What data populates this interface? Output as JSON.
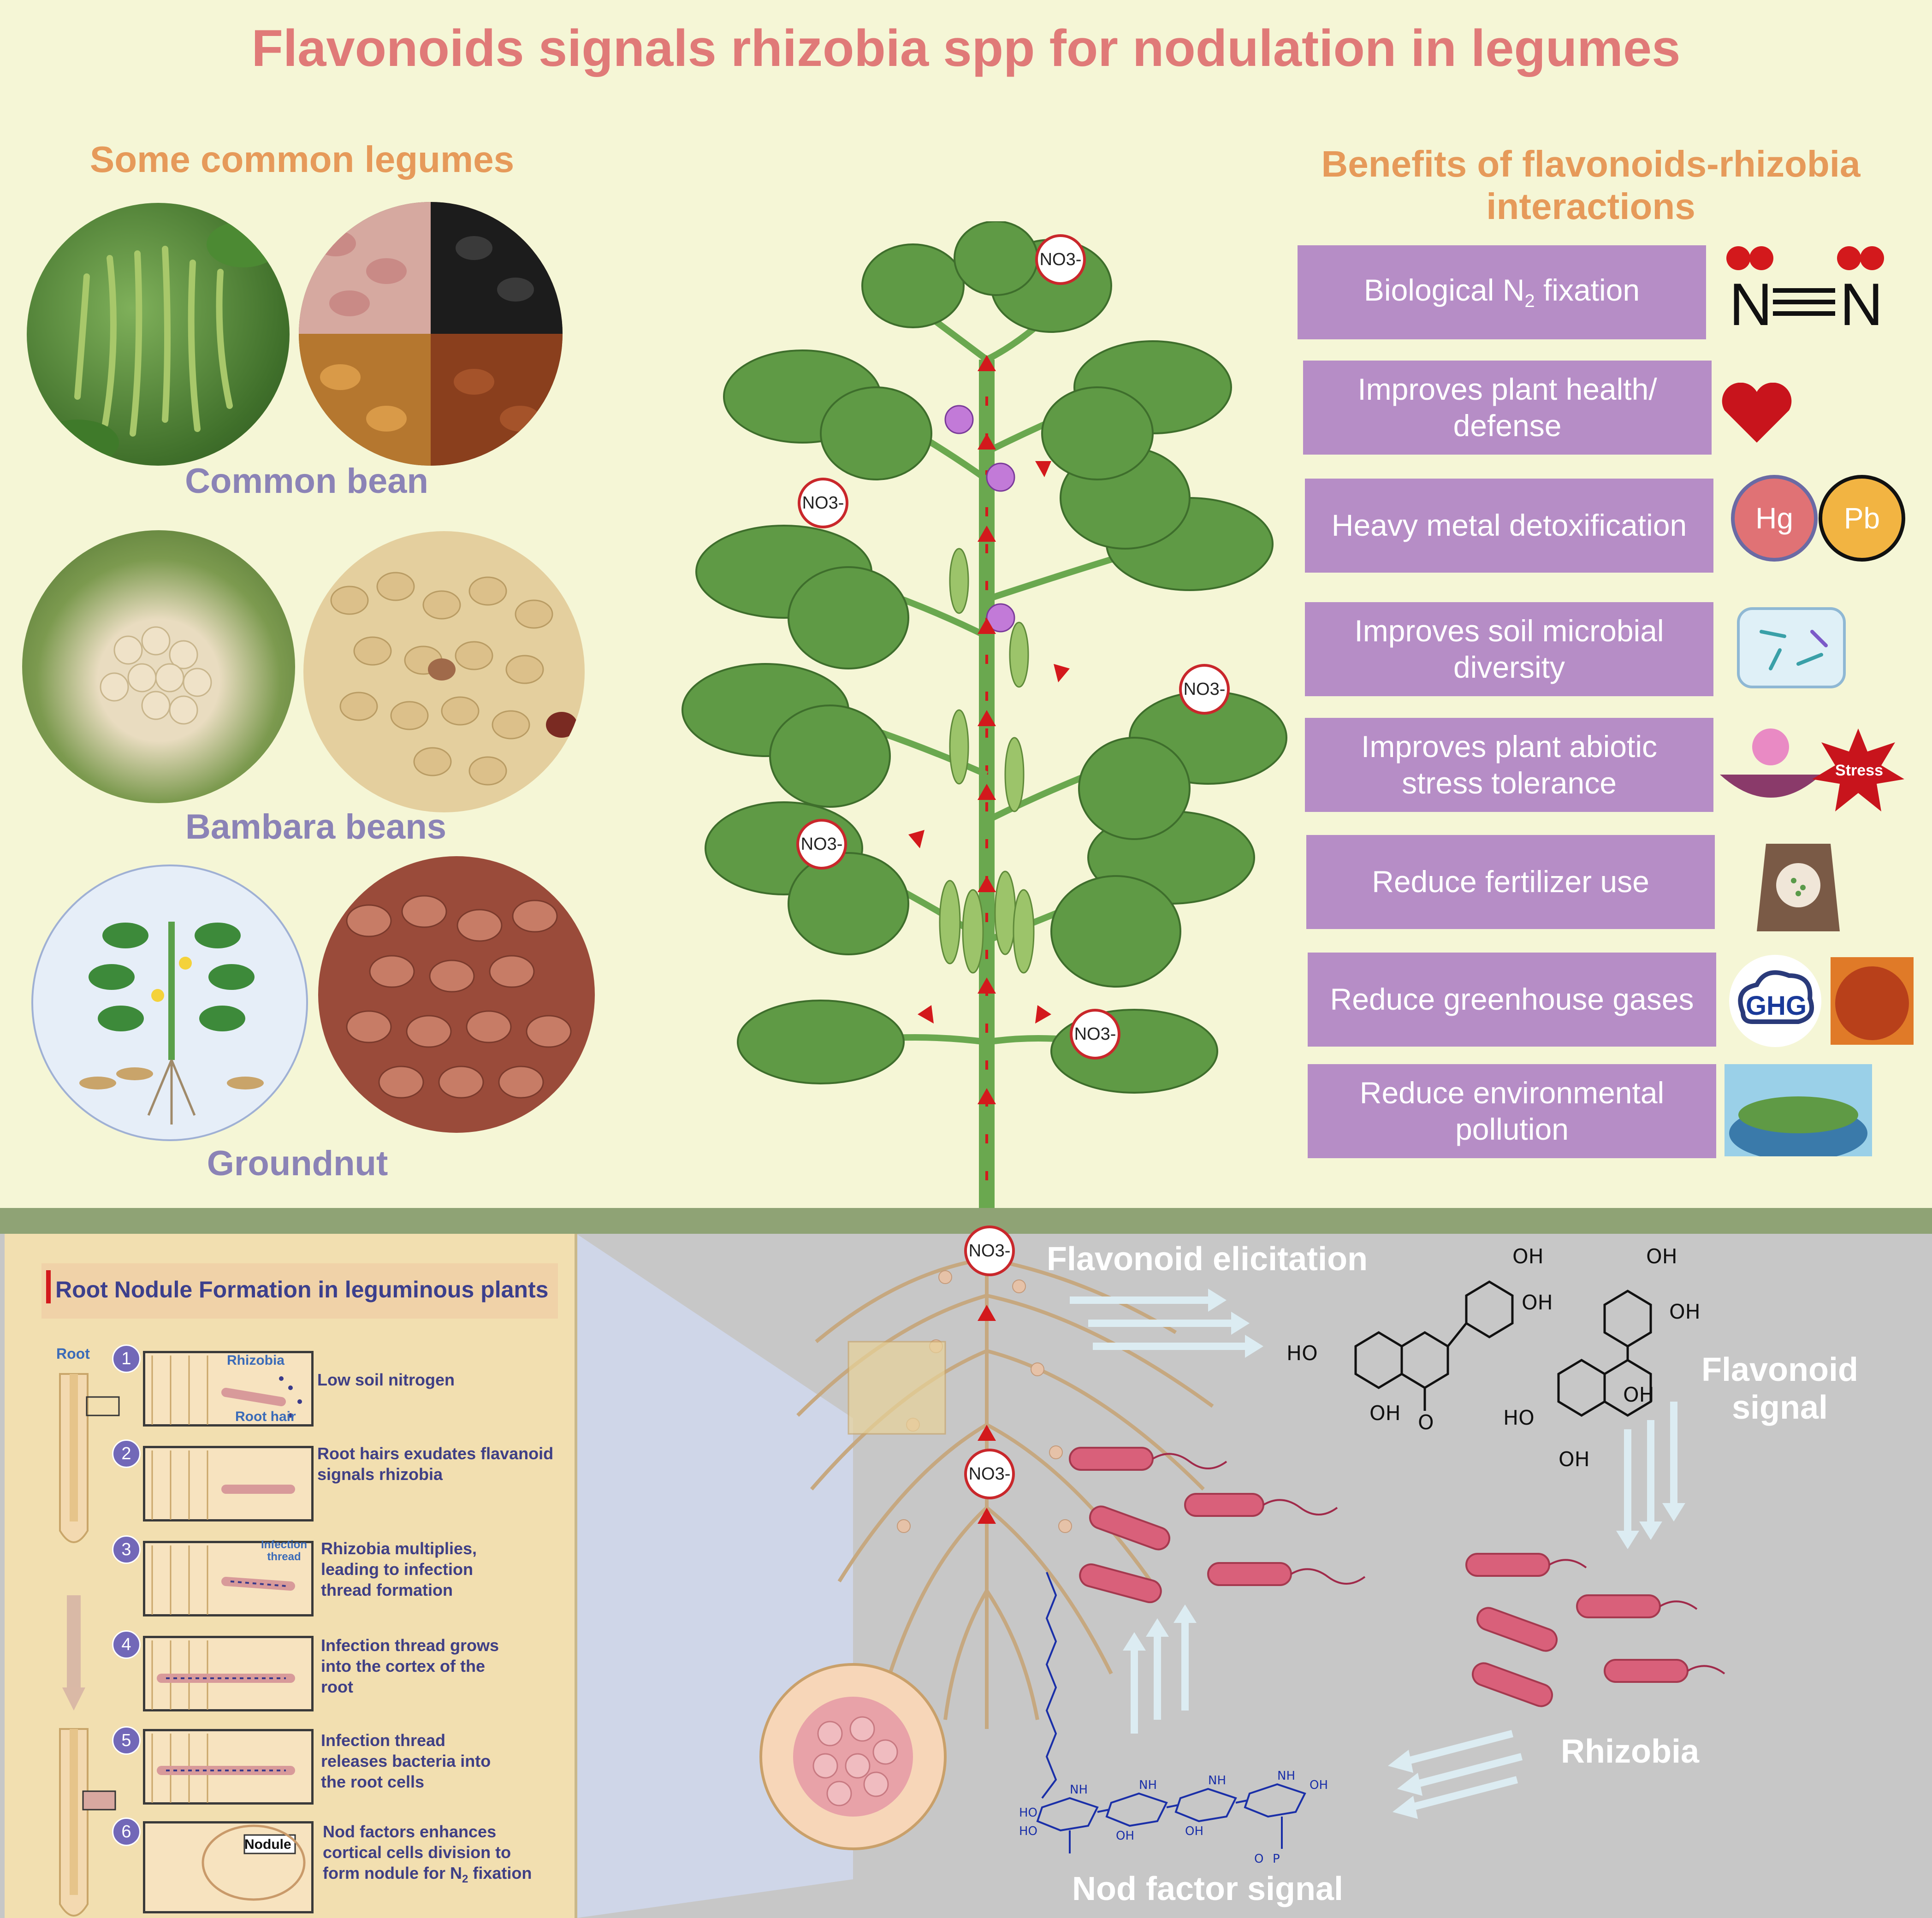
{
  "title": "Flavonoids signals rhizobia spp for nodulation in legumes",
  "legumes": {
    "heading": "Some common legumes",
    "items": [
      {
        "label": "Common bean"
      },
      {
        "label": "Bambara beans"
      },
      {
        "label": "Groundnut"
      }
    ]
  },
  "benefits": {
    "heading_line1": "Benefits of flavonoids-rhizobia",
    "heading_line2": "interactions",
    "items": [
      {
        "text_pre": "Biological N",
        "text_sub": "2",
        "text_post": " fixation"
      },
      {
        "line1": "Improves plant health/",
        "line2": "defense"
      },
      {
        "line1": "Heavy metal detoxification"
      },
      {
        "line1": "Improves soil microbial",
        "line2": "diversity"
      },
      {
        "line1": "Improves plant abiotic",
        "line2": "stress tolerance"
      },
      {
        "line1": "Reduce fertilizer use"
      },
      {
        "line1": "Reduce greenhouse gases"
      },
      {
        "line1": "Reduce environmental",
        "line2": "pollution"
      }
    ],
    "icons": {
      "n2": "N",
      "hg": "Hg",
      "pb": "Pb",
      "stress": "Stress",
      "ghg": "GHG"
    }
  },
  "no3_label": "NO3-",
  "soil": {
    "flavonoid_elicitation": "Flavonoid elicitation",
    "flavonoid_signal_line1": "Flavonoid",
    "flavonoid_signal_line2": "signal",
    "rhizobia": "Rhizobia",
    "nod_factor_signal": "Nod factor signal"
  },
  "flavonoid_structure_labels": {
    "oh": "OH",
    "ho": "HO",
    "o": "O"
  },
  "nod_structure_labels": {
    "oh": "OH",
    "ho": "HO",
    "nh": "NH",
    "o": "O",
    "p": "P"
  },
  "nodule_panel": {
    "heading": "Root Nodule Formation in leguminous plants",
    "root_label": "Root",
    "rhizobia_label": "Rhizobia",
    "root_hair_label": "Root hair",
    "infection_thread_label_1": "Infection",
    "infection_thread_label_2": "thread",
    "nodule_label": "Nodule",
    "steps": [
      {
        "num": "1",
        "line1": "Low soil nitrogen"
      },
      {
        "num": "2",
        "line1": "Root hairs exudates flavanoid",
        "line2": "signals rhizobia"
      },
      {
        "num": "3",
        "line1": "Rhizobia multiplies,",
        "line2": "leading to infection",
        "line3": "thread formation"
      },
      {
        "num": "4",
        "line1": "Infection thread grows",
        "line2": "into the cortex of the",
        "line3": "root"
      },
      {
        "num": "5",
        "line1": "Infection thread",
        "line2": "releases bacteria into",
        "line3": "the root cells"
      },
      {
        "num": "6",
        "line1": "Nod factors enhances",
        "line2": "cortical cells division  to",
        "line3_pre": "form nodule for N",
        "line3_sub": "2",
        "line3_post": " fixation"
      }
    ]
  },
  "colors": {
    "title": "#e07a78",
    "section_heading": "#e69a5a",
    "legume_label": "#8b83b6",
    "benefit_box": "#b68dc6",
    "soil": "#c7c7c7",
    "leaf": "#5f9a45",
    "arrow_red": "#d3191c",
    "rhizobia": "#d9607a",
    "panel": "#f2dfb0"
  }
}
